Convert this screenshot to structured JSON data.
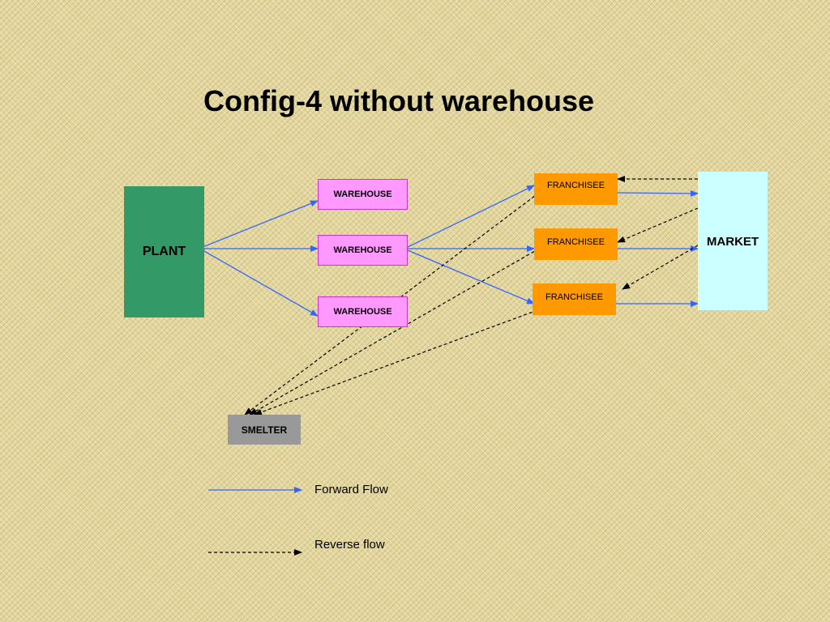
{
  "title": "Config-4 without warehouse",
  "nodes": {
    "plant": "PLANT",
    "warehouse_1": "WAREHOUSE",
    "warehouse_2": "WAREHOUSE",
    "warehouse_3": "WAREHOUSE",
    "franchisee_1": "FRANCHISEE",
    "franchisee_2": "FRANCHISEE",
    "franchisee_3": "FRANCHISEE",
    "market": "MARKET",
    "smelter": "SMELTER"
  },
  "legend": {
    "forward": "Forward Flow",
    "reverse": "Reverse flow"
  },
  "colors": {
    "plant": "#339966",
    "warehouse": "#ff99ff",
    "franchisee": "#ff9900",
    "market": "#ccffff",
    "smelter": "#999999",
    "forward_arrow": "#3366ff",
    "reverse_arrow": "#000000"
  },
  "edges": [
    {
      "from": "plant",
      "to": "warehouse_1",
      "type": "forward"
    },
    {
      "from": "plant",
      "to": "warehouse_2",
      "type": "forward"
    },
    {
      "from": "plant",
      "to": "warehouse_3",
      "type": "forward"
    },
    {
      "from": "warehouse_2",
      "to": "franchisee_1",
      "type": "forward"
    },
    {
      "from": "warehouse_2",
      "to": "franchisee_2",
      "type": "forward"
    },
    {
      "from": "warehouse_2",
      "to": "franchisee_3",
      "type": "forward"
    },
    {
      "from": "franchisee_1",
      "to": "market",
      "type": "forward"
    },
    {
      "from": "franchisee_2",
      "to": "market",
      "type": "forward"
    },
    {
      "from": "franchisee_3",
      "to": "market",
      "type": "forward"
    },
    {
      "from": "market",
      "to": "franchisee_1",
      "type": "reverse"
    },
    {
      "from": "market",
      "to": "franchisee_2",
      "type": "reverse"
    },
    {
      "from": "market",
      "to": "franchisee_3",
      "type": "reverse"
    },
    {
      "from": "franchisee_1",
      "to": "smelter",
      "type": "reverse"
    },
    {
      "from": "franchisee_2",
      "to": "smelter",
      "type": "reverse"
    },
    {
      "from": "franchisee_3",
      "to": "smelter",
      "type": "reverse"
    }
  ]
}
